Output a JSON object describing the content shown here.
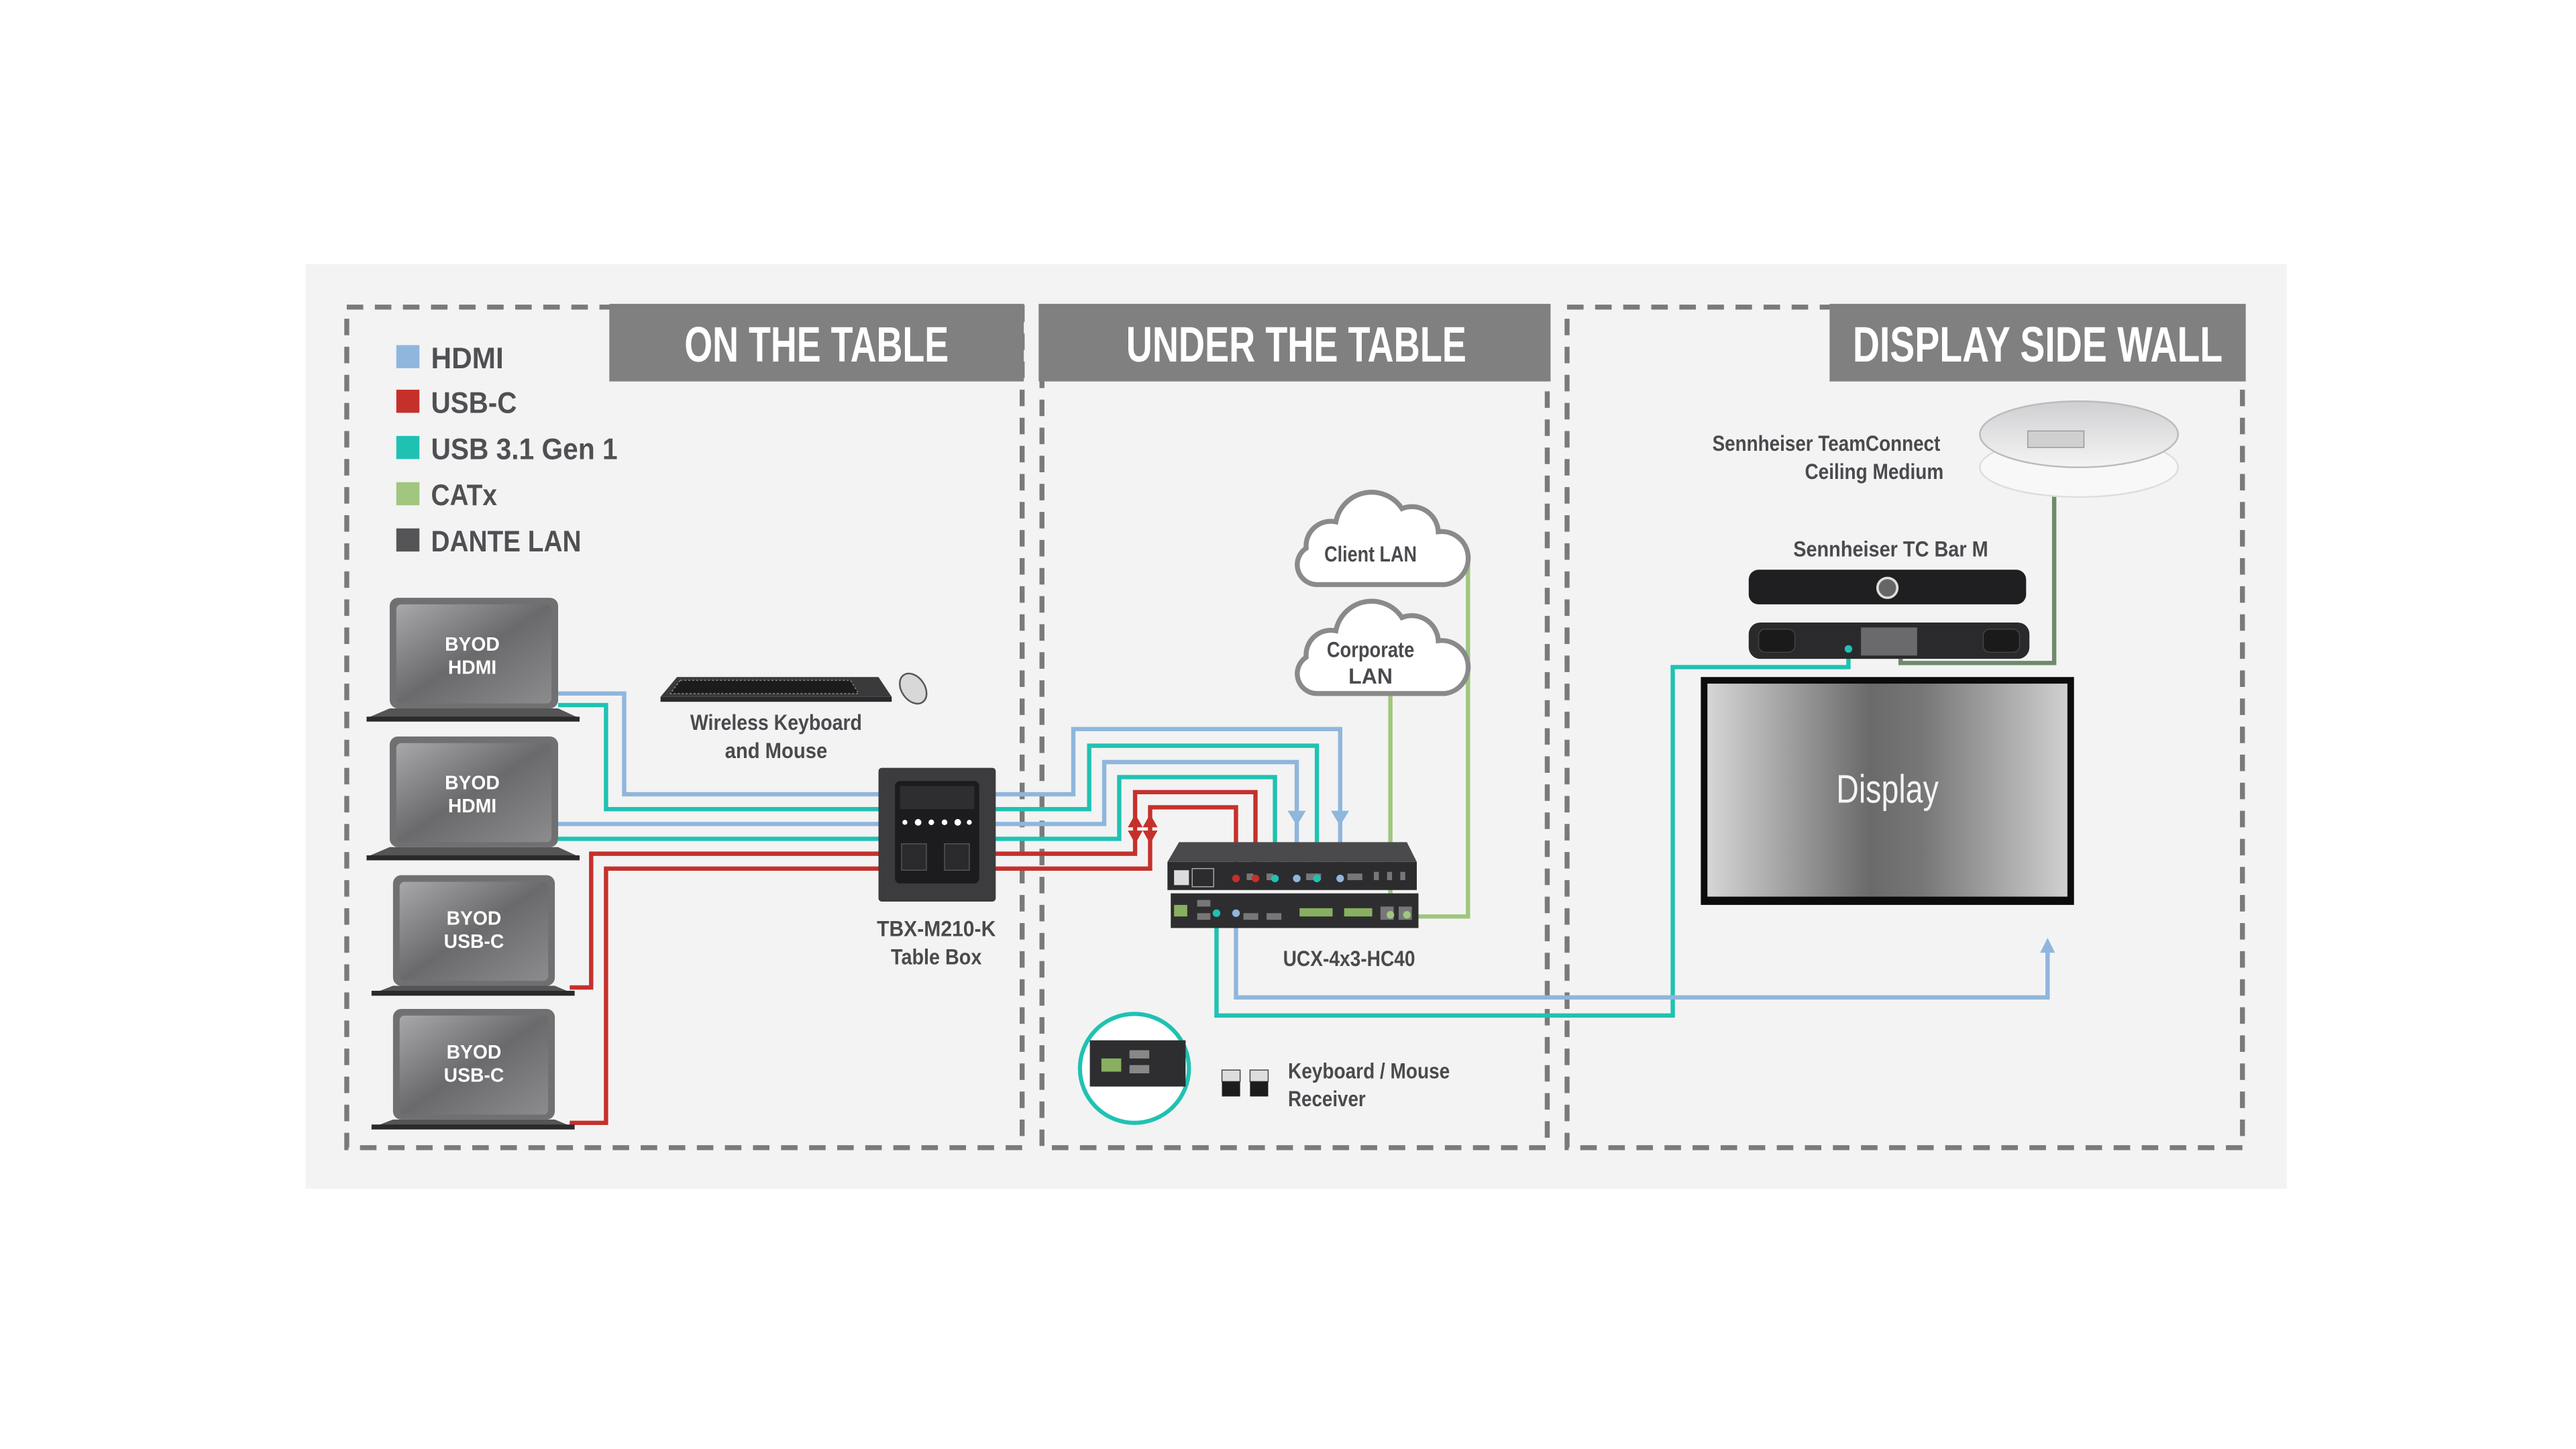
{
  "sections": [
    {
      "title": "ON THE TABLE"
    },
    {
      "title": "UNDER THE TABLE"
    },
    {
      "title": "DISPLAY SIDE WALL"
    }
  ],
  "legend": {
    "items": [
      {
        "label": "HDMI",
        "color": "#8fb6dd"
      },
      {
        "label": "USB-C",
        "color": "#c6302b"
      },
      {
        "label": "USB 3.1 Gen 1",
        "color": "#1fc2b2"
      },
      {
        "label": "CATx",
        "color": "#a0c67f"
      },
      {
        "label": "DANTE LAN",
        "color": "#555558"
      }
    ]
  },
  "laptops": [
    {
      "line1": "BYOD",
      "line2": "HDMI"
    },
    {
      "line1": "BYOD",
      "line2": "HDMI"
    },
    {
      "line1": "BYOD",
      "line2": "USB-C"
    },
    {
      "line1": "BYOD",
      "line2": "USB-C"
    }
  ],
  "devices": {
    "keyboard": {
      "line1": "Wireless Keyboard",
      "line2": "and Mouse"
    },
    "table_box": {
      "line1": "TBX-M210-K",
      "line2": "Table Box"
    },
    "client_lan": {
      "line1": "Client LAN"
    },
    "corporate_lan": {
      "line1": "Corporate",
      "line2": "LAN"
    },
    "ucx": {
      "line1": "UCX-4x3-HC40"
    },
    "receiver": {
      "line1": "Keyboard / Mouse",
      "line2": "Receiver"
    },
    "ceiling_mic": {
      "line1": "Sennheiser TeamConnect",
      "line2": "Ceiling Medium"
    },
    "tc_bar": {
      "line1": "Sennheiser TC Bar M"
    },
    "display": {
      "line1": "Display"
    }
  },
  "colors": {
    "panel_bg": "#f3f3f3",
    "header_bg": "#808080",
    "dante_line": "#6e8a6a"
  }
}
